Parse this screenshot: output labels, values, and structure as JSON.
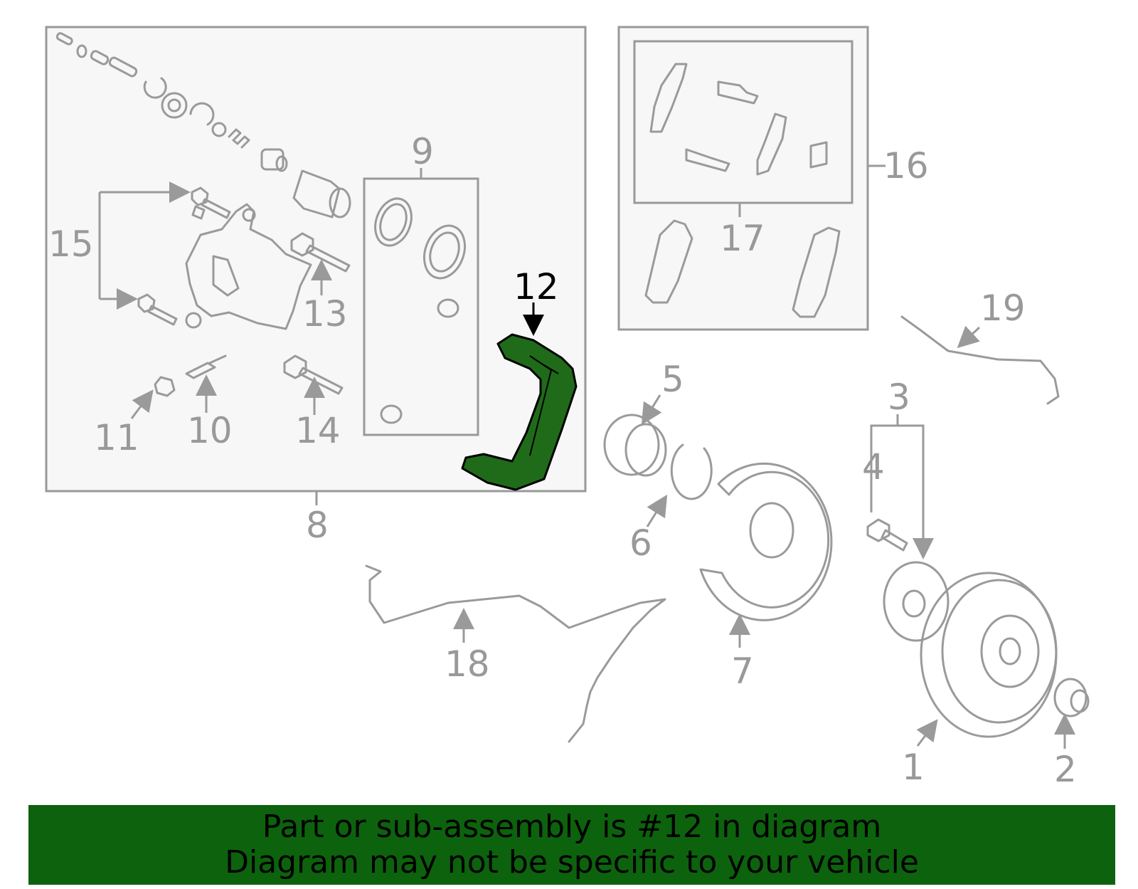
{
  "diagram": {
    "highlighted_part": "12",
    "highlight_color": "#1f6b1a",
    "callouts": {
      "c1": "1",
      "c2": "2",
      "c3": "3",
      "c4": "4",
      "c5": "5",
      "c6": "6",
      "c7": "7",
      "c8": "8",
      "c9": "9",
      "c10": "10",
      "c11": "11",
      "c12": "12",
      "c13": "13",
      "c14": "14",
      "c15": "15",
      "c16": "16",
      "c17": "17",
      "c18": "18",
      "c19": "19"
    }
  },
  "banner": {
    "line1": "Part or sub-assembly is #12 in diagram",
    "line2": "Diagram may not be specific to your vehicle",
    "background": "#0d620d"
  }
}
